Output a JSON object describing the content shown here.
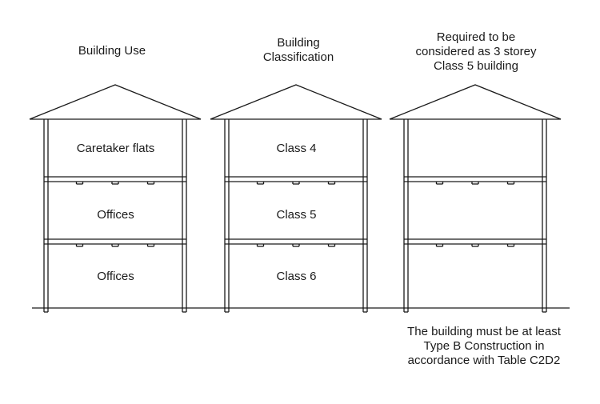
{
  "columns": [
    {
      "heading": "Building Use",
      "floors": [
        "Caretaker flats",
        "Offices",
        "Offices"
      ]
    },
    {
      "heading": "Building\nClassification",
      "floors": [
        "Class 4",
        "Class 5",
        "Class 6"
      ]
    },
    {
      "heading": "Required to be\nconsidered as 3 storey\nClass 5 building",
      "floors": [
        "",
        "",
        ""
      ]
    }
  ],
  "note": "The building must be at least\nType B Construction in\naccordance with Table C2D2"
}
